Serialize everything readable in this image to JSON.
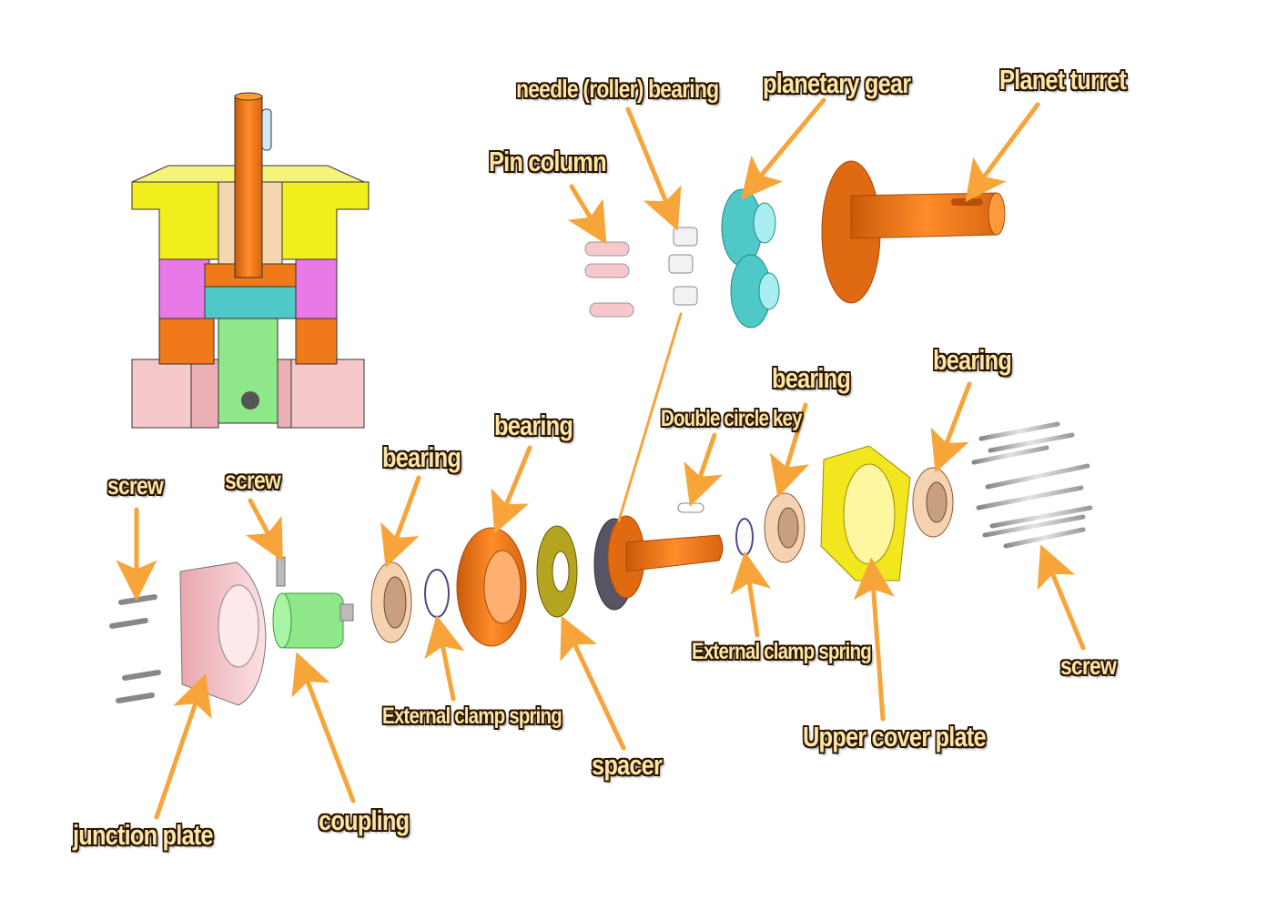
{
  "labels": {
    "needle_roller_bearing": "needle (roller) bearing",
    "planetary_gear": "planetary  gear",
    "planet_turret": "Planet  turret",
    "pin_column": "Pin  column",
    "bearing_1": "bearing",
    "bearing_2": "bearing",
    "bearing_3": "bearing",
    "bearing_4": "bearing",
    "double_circle_key": "Double circle key",
    "screw_left_1": "screw",
    "screw_left_2": "screw",
    "screw_right": "screw",
    "external_clamp_spring_1": "External clamp spring",
    "external_clamp_spring_2": "External clamp spring",
    "spacer": "spacer",
    "upper_cover_plate": "Upper cover plate",
    "junction_plate": "junction plate",
    "coupling": "coupling"
  },
  "colors": {
    "arrow": "#f7a43a",
    "label_text": "#fbe6a8",
    "label_outline": "#2a1400",
    "orange_part": "#f07a1a",
    "yellow_part": "#f2ee1e",
    "magenta_part": "#e879e6",
    "pink_part": "#f4c4c8",
    "green_part": "#8ee88a",
    "teal_gear": "#4fc8c8"
  }
}
